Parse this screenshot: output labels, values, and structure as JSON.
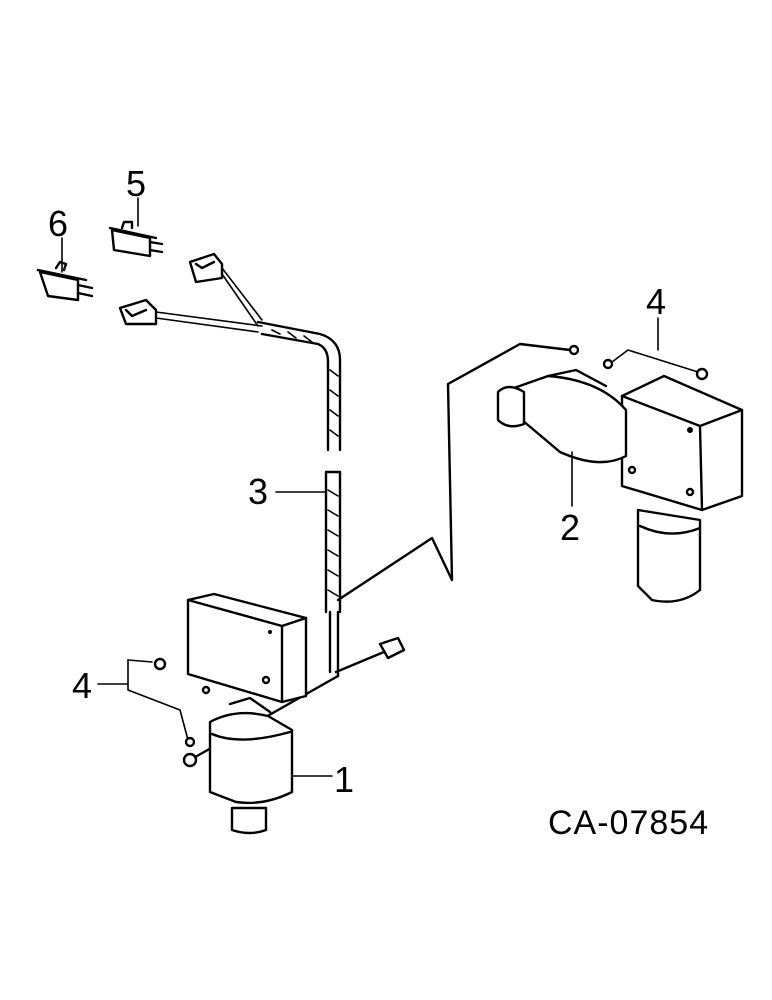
{
  "callouts": {
    "motor_left": "1",
    "motor_right": "2",
    "harness": "3",
    "wire_left": "4",
    "wire_right": "4",
    "switch_5": "5",
    "switch_6": "6"
  },
  "figure_code": "CA-07854"
}
